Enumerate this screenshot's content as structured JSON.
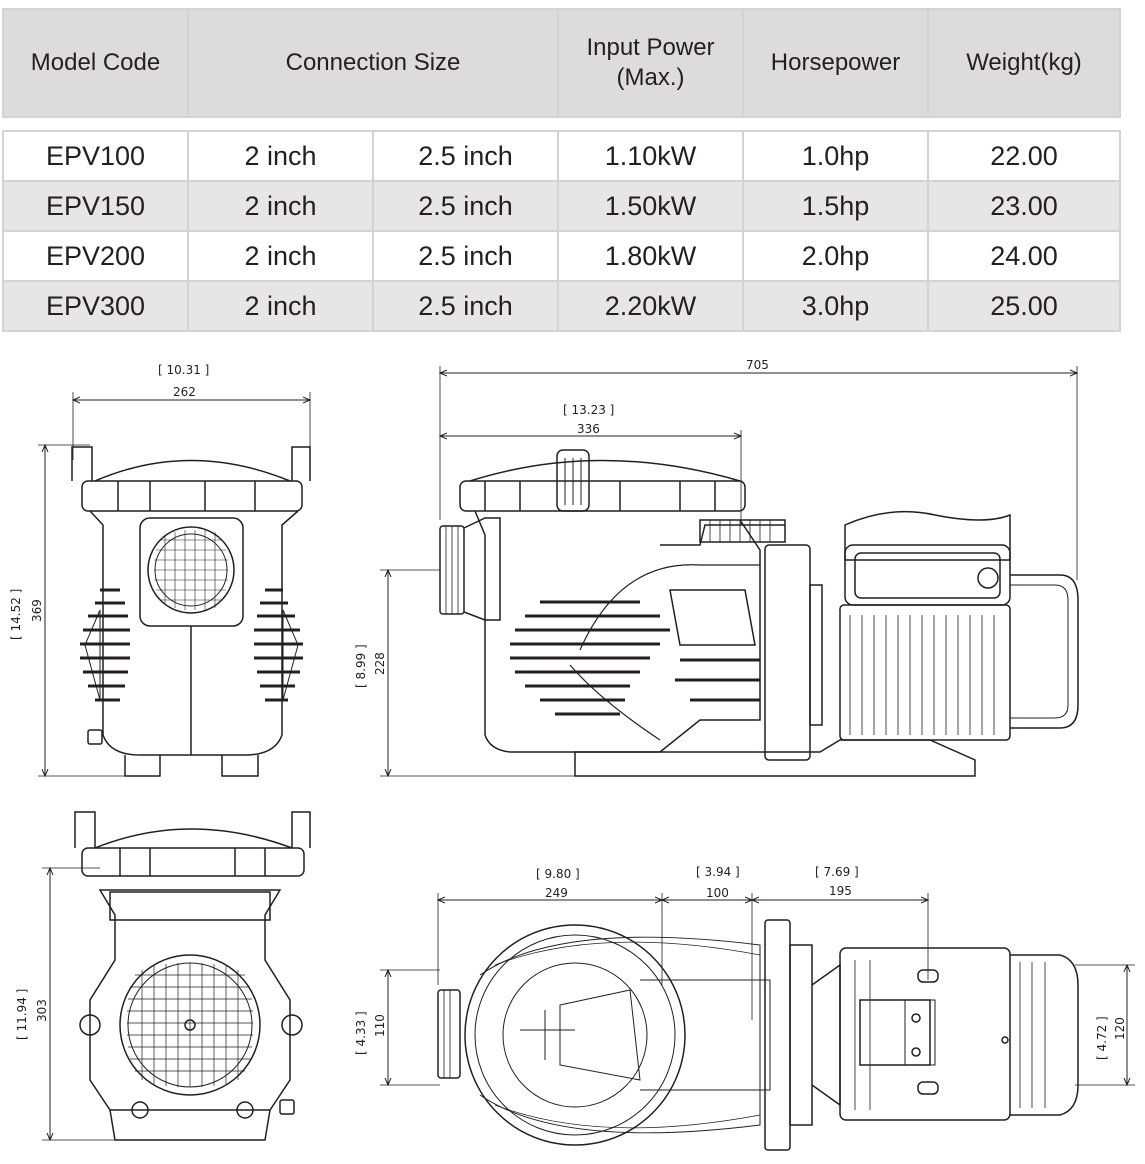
{
  "table": {
    "headers": {
      "model": "Model Code",
      "connection": "Connection Size",
      "power_line1": "Input Power",
      "power_line2": "(Max.)",
      "horsepower": "Horsepower",
      "weight": "Weight(kg)"
    },
    "rows": [
      {
        "model": "EPV100",
        "conn_a": "2 inch",
        "conn_b": "2.5 inch",
        "power": "1.10kW",
        "hp": "1.0hp",
        "weight": "22.00"
      },
      {
        "model": "EPV150",
        "conn_a": "2 inch",
        "conn_b": "2.5 inch",
        "power": "1.50kW",
        "hp": "1.5hp",
        "weight": "23.00"
      },
      {
        "model": "EPV200",
        "conn_a": "2 inch",
        "conn_b": "2.5 inch",
        "power": "1.80kW",
        "hp": "2.0hp",
        "weight": "24.00"
      },
      {
        "model": "EPV300",
        "conn_a": "2 inch",
        "conn_b": "2.5 inch",
        "power": "2.20kW",
        "hp": "3.0hp",
        "weight": "25.00"
      }
    ]
  },
  "dimensions": {
    "front_width_mm": "262",
    "front_width_in": "10.31",
    "front_height_mm": "369",
    "front_height_in": "14.52",
    "side_length_mm": "705",
    "side_basket_mm": "336",
    "side_basket_in": "13.23",
    "side_inlet_mm": "228",
    "side_inlet_in": "8.99",
    "rear_height_mm": "303",
    "rear_height_in": "11.94",
    "top_a_mm": "249",
    "top_a_in": "9.80",
    "top_b_mm": "100",
    "top_b_in": "3.94",
    "top_c_mm": "195",
    "top_c_in": "7.69",
    "top_inlet_mm": "110",
    "top_inlet_in": "4.33",
    "top_motor_mm": "120",
    "top_motor_in": "4.72"
  }
}
